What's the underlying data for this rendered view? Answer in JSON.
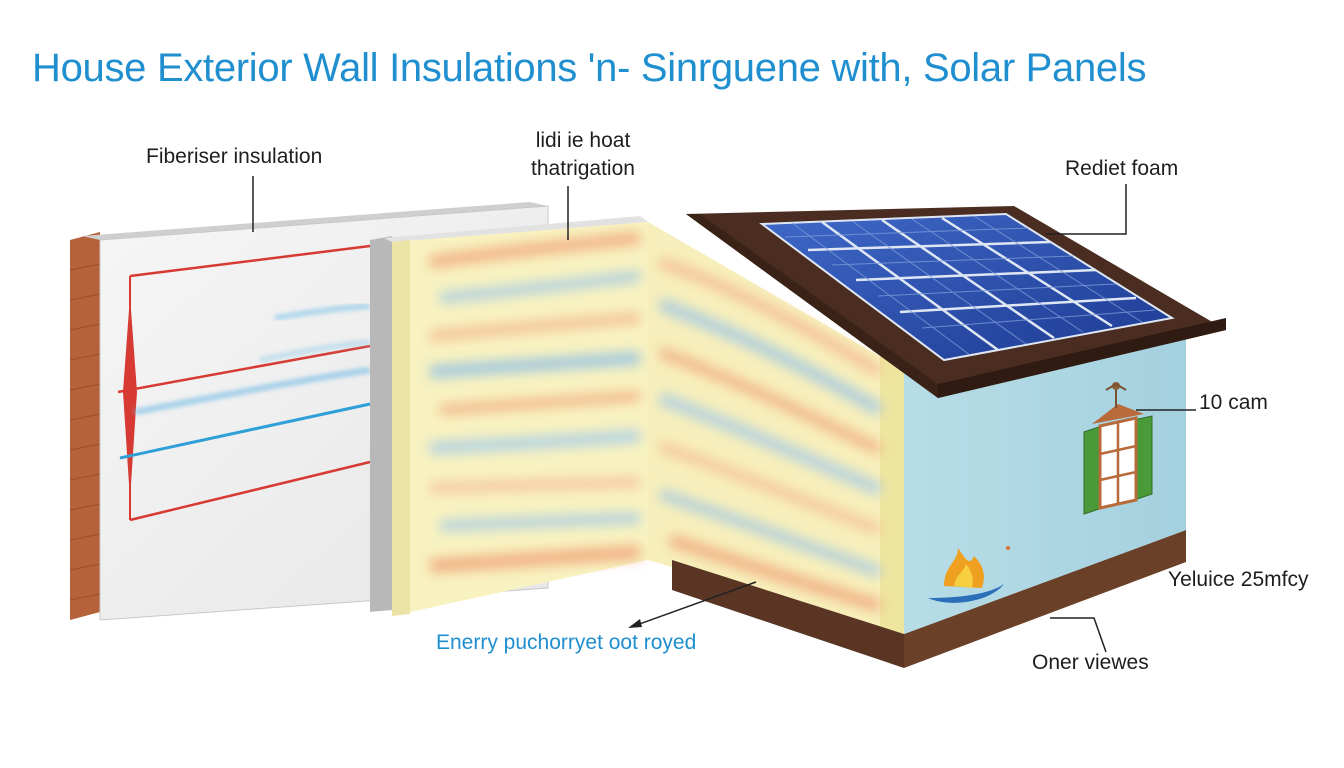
{
  "title": "House Exterior Wall Insulations 'n- Sinrguene with, Solar Panels",
  "labels": {
    "fiber_insulation": "Fiberiser insulation",
    "heat_mitigation_line1": "lidi ie hoat",
    "heat_mitigation_line2": "thatrigation",
    "radiant_foam": "Rediet foam",
    "thickness": "10 cam",
    "value_efficiency": "Yeluice 25mfcy",
    "energy_purchase": "Enerry puchorryet oot royed",
    "owner_views": "Oner viewes"
  },
  "colors": {
    "title_blue": "#1f8fd0",
    "brick": "#b5613a",
    "panel_white": "#efefef",
    "insulation_yellow": "#f8f2c0",
    "heat_red": "#d63a32",
    "cool_blue": "#2f9fd8",
    "house_wall": "#a9d6e2",
    "roof_brown": "#4a2d20",
    "solar_blue": "#2547a8",
    "shutter_green": "#4a9a3a"
  },
  "icons": [
    "window-icon",
    "flame-icon",
    "weather-vane-icon"
  ]
}
